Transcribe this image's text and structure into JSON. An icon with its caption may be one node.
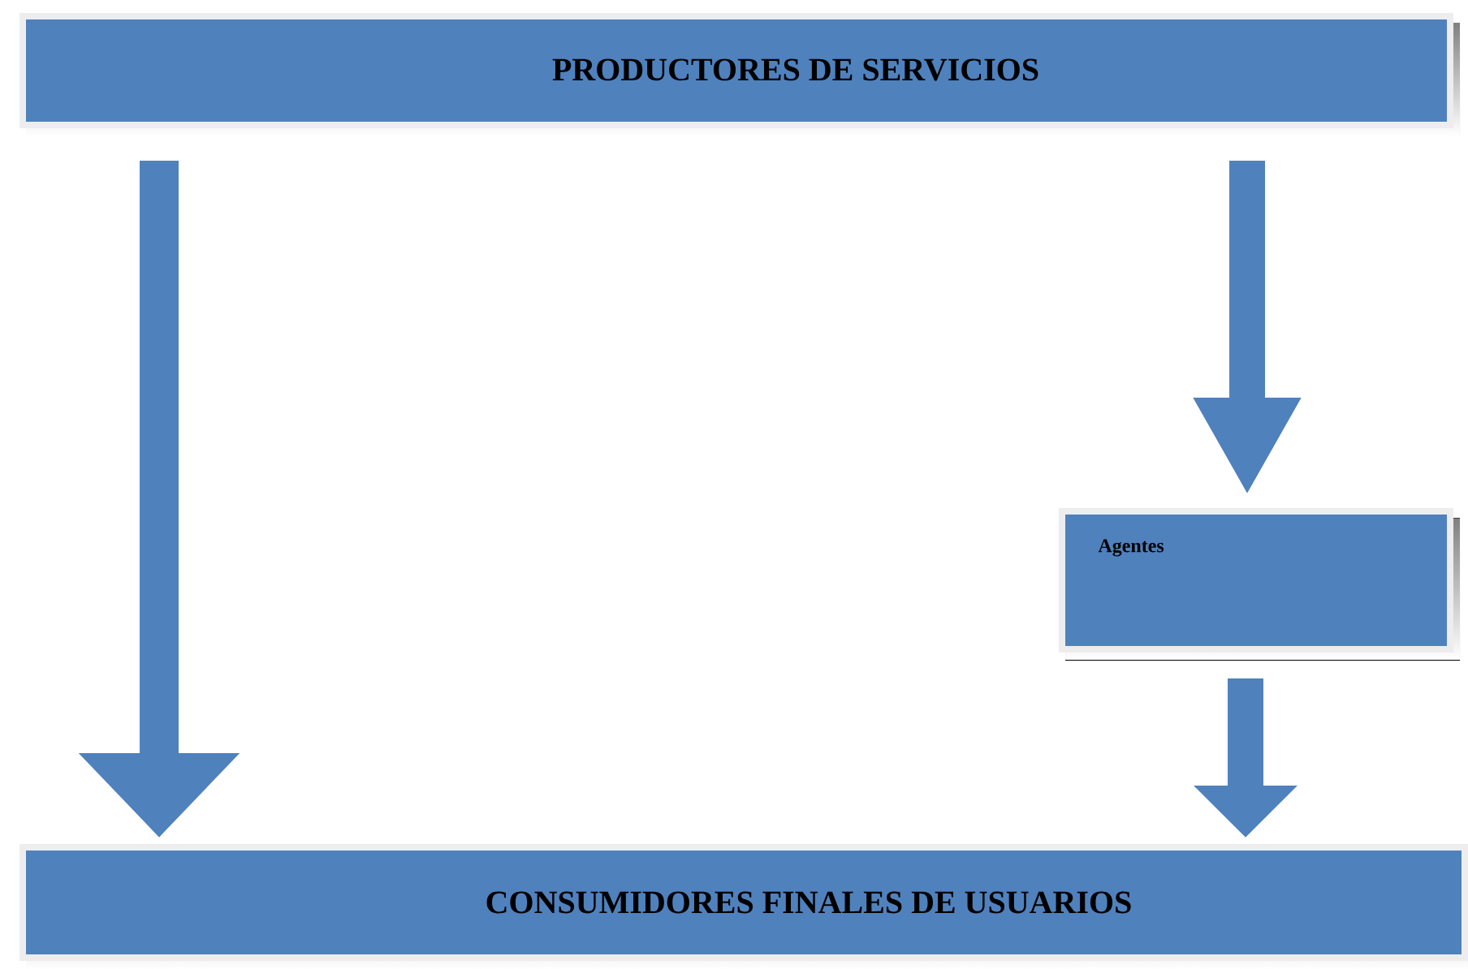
{
  "diagram": {
    "nodes": [
      {
        "text": [
          "PRODUCTORES DE SERVICIOS"
        ]
      },
      {
        "text": [
          "Agentes"
        ]
      },
      {
        "text": [
          "CONSUMIDORES FINALES DE USUARIOS"
        ]
      }
    ],
    "edges": [
      {
        "from": 0,
        "to": 2,
        "arrow": "to"
      },
      {
        "from": 0,
        "to": 1,
        "arrow": "to"
      },
      {
        "from": 1,
        "to": 2,
        "arrow": "to"
      }
    ]
  }
}
